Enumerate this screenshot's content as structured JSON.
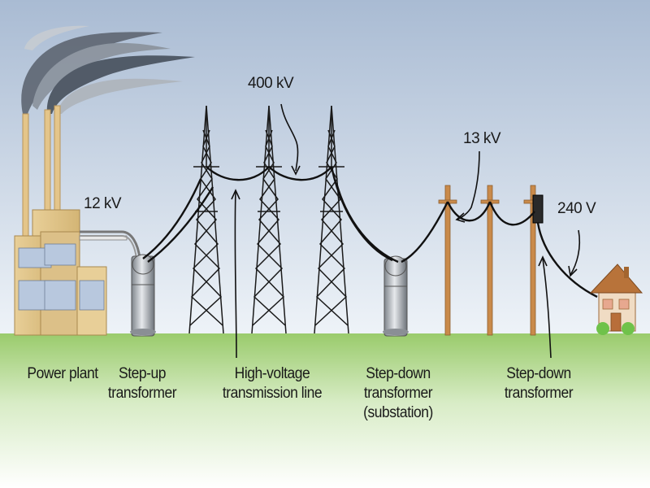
{
  "voltages": {
    "plant": "12 kV",
    "transmission": "400 kV",
    "distribution": "13 kV",
    "house": "240 V"
  },
  "captions": {
    "power_plant": "Power plant",
    "step_up": [
      "Step-up",
      "transformer"
    ],
    "hv_line": [
      "High-voltage",
      "transmission line"
    ],
    "substation": [
      "Step-down",
      "transformer",
      "(substation)"
    ],
    "step_down": [
      "Step-down",
      "transformer"
    ]
  },
  "colors": {
    "sky_top": "#aebfd5",
    "sky_bottom": "#eef3f8",
    "ground": "#9fcf72",
    "ground_light": "#ffffff",
    "wire": "#111111",
    "pole": "#c98a4a",
    "roof": "#b8733a"
  }
}
